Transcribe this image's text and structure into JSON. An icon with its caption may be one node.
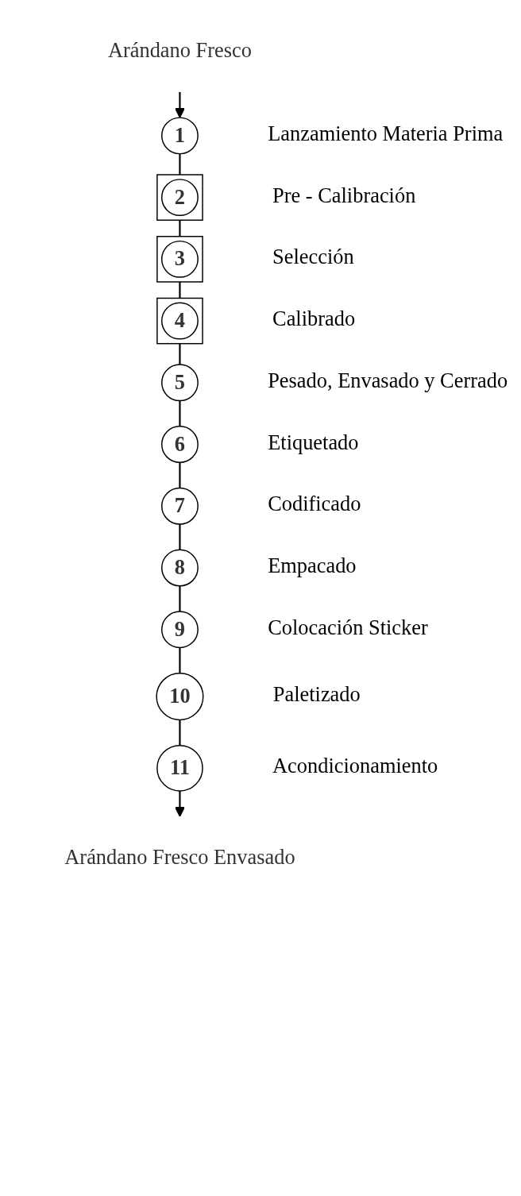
{
  "diagram": {
    "nodes": [
      {
        "text": [
          "Arándano Fresco"
        ]
      },
      {
        "text": [
          "1"
        ],
        "beside": [
          "Lanzamiento Materia Prima"
        ]
      },
      {
        "text": [
          "2"
        ],
        "beside": [
          "Pre - Calibración"
        ]
      },
      {
        "text": [
          "3"
        ],
        "beside": [
          "Selección"
        ]
      },
      {
        "text": [
          "4"
        ],
        "beside": [
          "Calibrado"
        ]
      },
      {
        "text": [
          "5"
        ],
        "beside": [
          "Pesado, Envasado y Cerrado"
        ]
      },
      {
        "text": [
          "6"
        ],
        "beside": [
          "Etiquetado"
        ]
      },
      {
        "text": [
          "7"
        ],
        "beside": [
          "Codificado"
        ]
      },
      {
        "text": [
          "8"
        ],
        "beside": [
          "Empacado"
        ]
      },
      {
        "text": [
          "9"
        ],
        "beside": [
          "Colocación Sticker"
        ]
      },
      {
        "text": [
          "10"
        ],
        "beside": [
          "Paletizado"
        ]
      },
      {
        "text": [
          "11"
        ],
        "beside": [
          "Acondicionamiento"
        ]
      },
      {
        "text": [
          "Arándano Fresco Envasado"
        ]
      }
    ],
    "edges": [
      {
        "from": 0,
        "to": 1,
        "arrow": "to"
      },
      {
        "from": 1,
        "to": 2,
        "arrow": "none"
      },
      {
        "from": 2,
        "to": 3,
        "arrow": "none"
      },
      {
        "from": 3,
        "to": 4,
        "arrow": "none"
      },
      {
        "from": 4,
        "to": 5,
        "arrow": "none"
      },
      {
        "from": 5,
        "to": 6,
        "arrow": "none"
      },
      {
        "from": 6,
        "to": 7,
        "arrow": "none"
      },
      {
        "from": 7,
        "to": 8,
        "arrow": "none"
      },
      {
        "from": 8,
        "to": 9,
        "arrow": "none"
      },
      {
        "from": 9,
        "to": 10,
        "arrow": "none"
      },
      {
        "from": 10,
        "to": 11,
        "arrow": "none"
      },
      {
        "from": 11,
        "to": 12,
        "arrow": "to"
      }
    ]
  }
}
